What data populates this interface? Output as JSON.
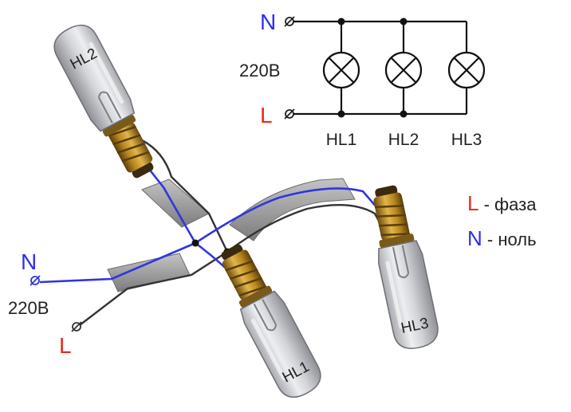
{
  "schematic": {
    "n_label": "N",
    "l_label": "L",
    "voltage": "220В",
    "lamps": [
      "HL1",
      "HL2",
      "HL3"
    ]
  },
  "legend": {
    "l_key": "L",
    "l_desc": " - фаза",
    "n_key": "N",
    "n_desc": " - ноль"
  },
  "wiring": {
    "n_label": "N",
    "l_label": "L",
    "voltage": "220В",
    "bulbs": [
      "HL2",
      "HL3",
      "HL1"
    ]
  },
  "colors": {
    "neutral": "#2e2ef0",
    "phase": "#e82a1d",
    "wire_dark": "#333333",
    "wire_blue": "#2f36e0",
    "tape": "#9a9a9a"
  }
}
